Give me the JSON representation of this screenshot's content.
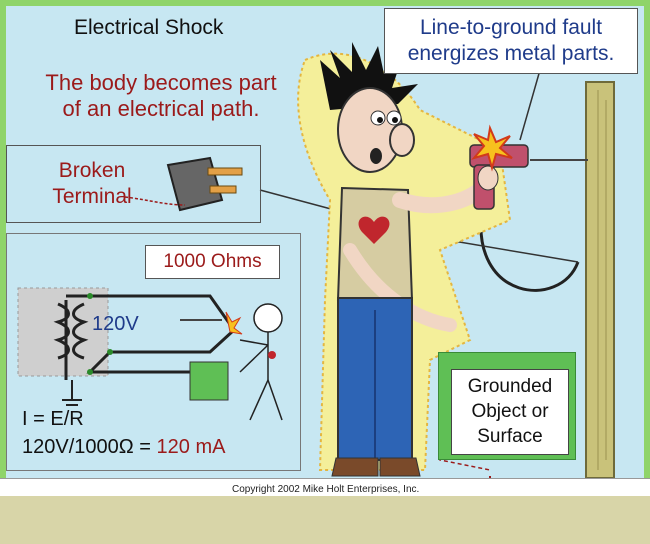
{
  "title": "Electrical Shock",
  "subtitle": "The body becomes part of an electrical path.",
  "fault_callout": "Line-to-ground fault energizes metal parts.",
  "broken_callout": "Broken Terminal",
  "resistance_label": "1000 Ohms",
  "voltage_label": "120V",
  "formula_line1": "I = E/R",
  "formula_line2_prefix": "120V/1000Ω = ",
  "formula_line2_result": "120 mA",
  "grounded_label": "Grounded Object or Surface",
  "copyright": "Copyright 2002  Mike Holt Enterprises, Inc."
}
